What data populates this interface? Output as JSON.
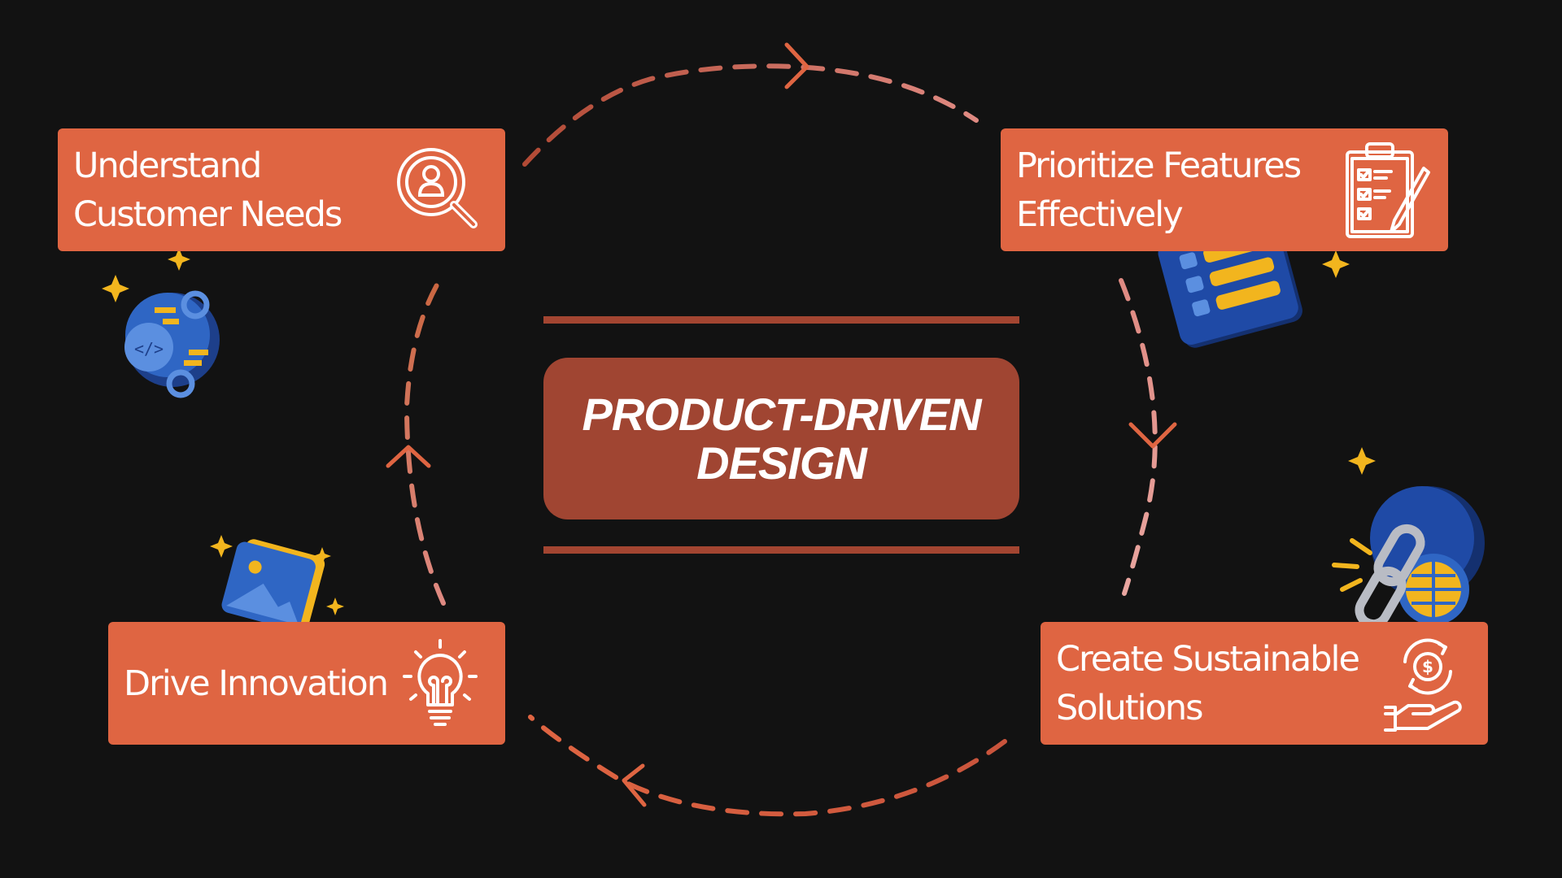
{
  "diagram": {
    "center_title": "PRODUCT-DRIVEN\nDESIGN",
    "steps": [
      {
        "label": "Understand\nCustomer Needs",
        "icon": "customer-search-icon"
      },
      {
        "label": "Prioritize Features\nEffectively",
        "icon": "checklist-clipboard-icon"
      },
      {
        "label": "Create Sustainable\nSolutions",
        "icon": "money-cycle-hand-icon"
      },
      {
        "label": "Drive Innovation",
        "icon": "lightbulb-icon"
      }
    ],
    "flow": "clockwise",
    "decorations": [
      "code-node-3d-icon",
      "document-list-3d-icon",
      "image-gallery-3d-icon",
      "chain-globe-3d-icon",
      "sparkle-star-icon"
    ]
  },
  "colors": {
    "background": "#121212",
    "card": "#df6542",
    "center": "#a04532",
    "dash_light": "#df8a82",
    "dash_dark": "#c9543c",
    "accent_3d_blue": "#2f66c4",
    "accent_3d_yellow": "#f2b51e"
  }
}
